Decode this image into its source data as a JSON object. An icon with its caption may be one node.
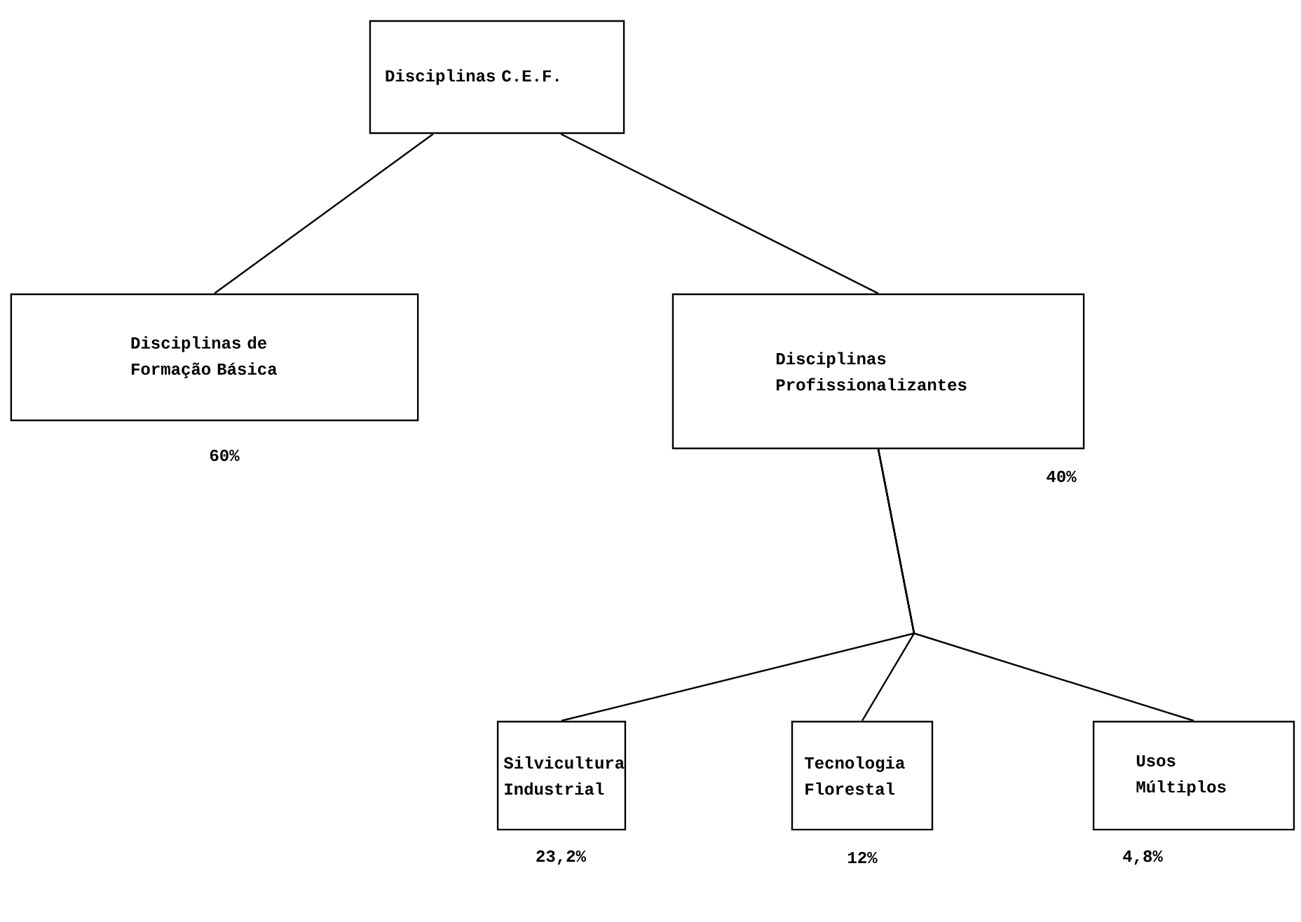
{
  "diagram": {
    "nodes": [
      {
        "text": [
          "Disciplinas C.E.F."
        ]
      },
      {
        "text": [
          "Disciplinas de Formação Básica"
        ],
        "beside": [
          "60%"
        ]
      },
      {
        "text": [
          "Disciplinas Profissionalizantes"
        ],
        "beside": [
          "40%"
        ]
      },
      {
        "text": [
          "Silvicultura Industrial"
        ],
        "beside": [
          "23,2%"
        ]
      },
      {
        "text": [
          "Tecnologia Florestal"
        ],
        "beside": [
          "12%"
        ]
      },
      {
        "text": [
          "Usos Múltiplos"
        ],
        "beside": [
          "4,8%"
        ]
      }
    ],
    "edges": [
      {
        "from": 0,
        "to": 1,
        "arrow": "none"
      },
      {
        "from": 0,
        "to": 2,
        "arrow": "none"
      },
      {
        "from": 2,
        "to": 3,
        "arrow": "none"
      },
      {
        "from": 2,
        "to": 4,
        "arrow": "none"
      },
      {
        "from": 2,
        "to": 5,
        "arrow": "none"
      }
    ]
  }
}
